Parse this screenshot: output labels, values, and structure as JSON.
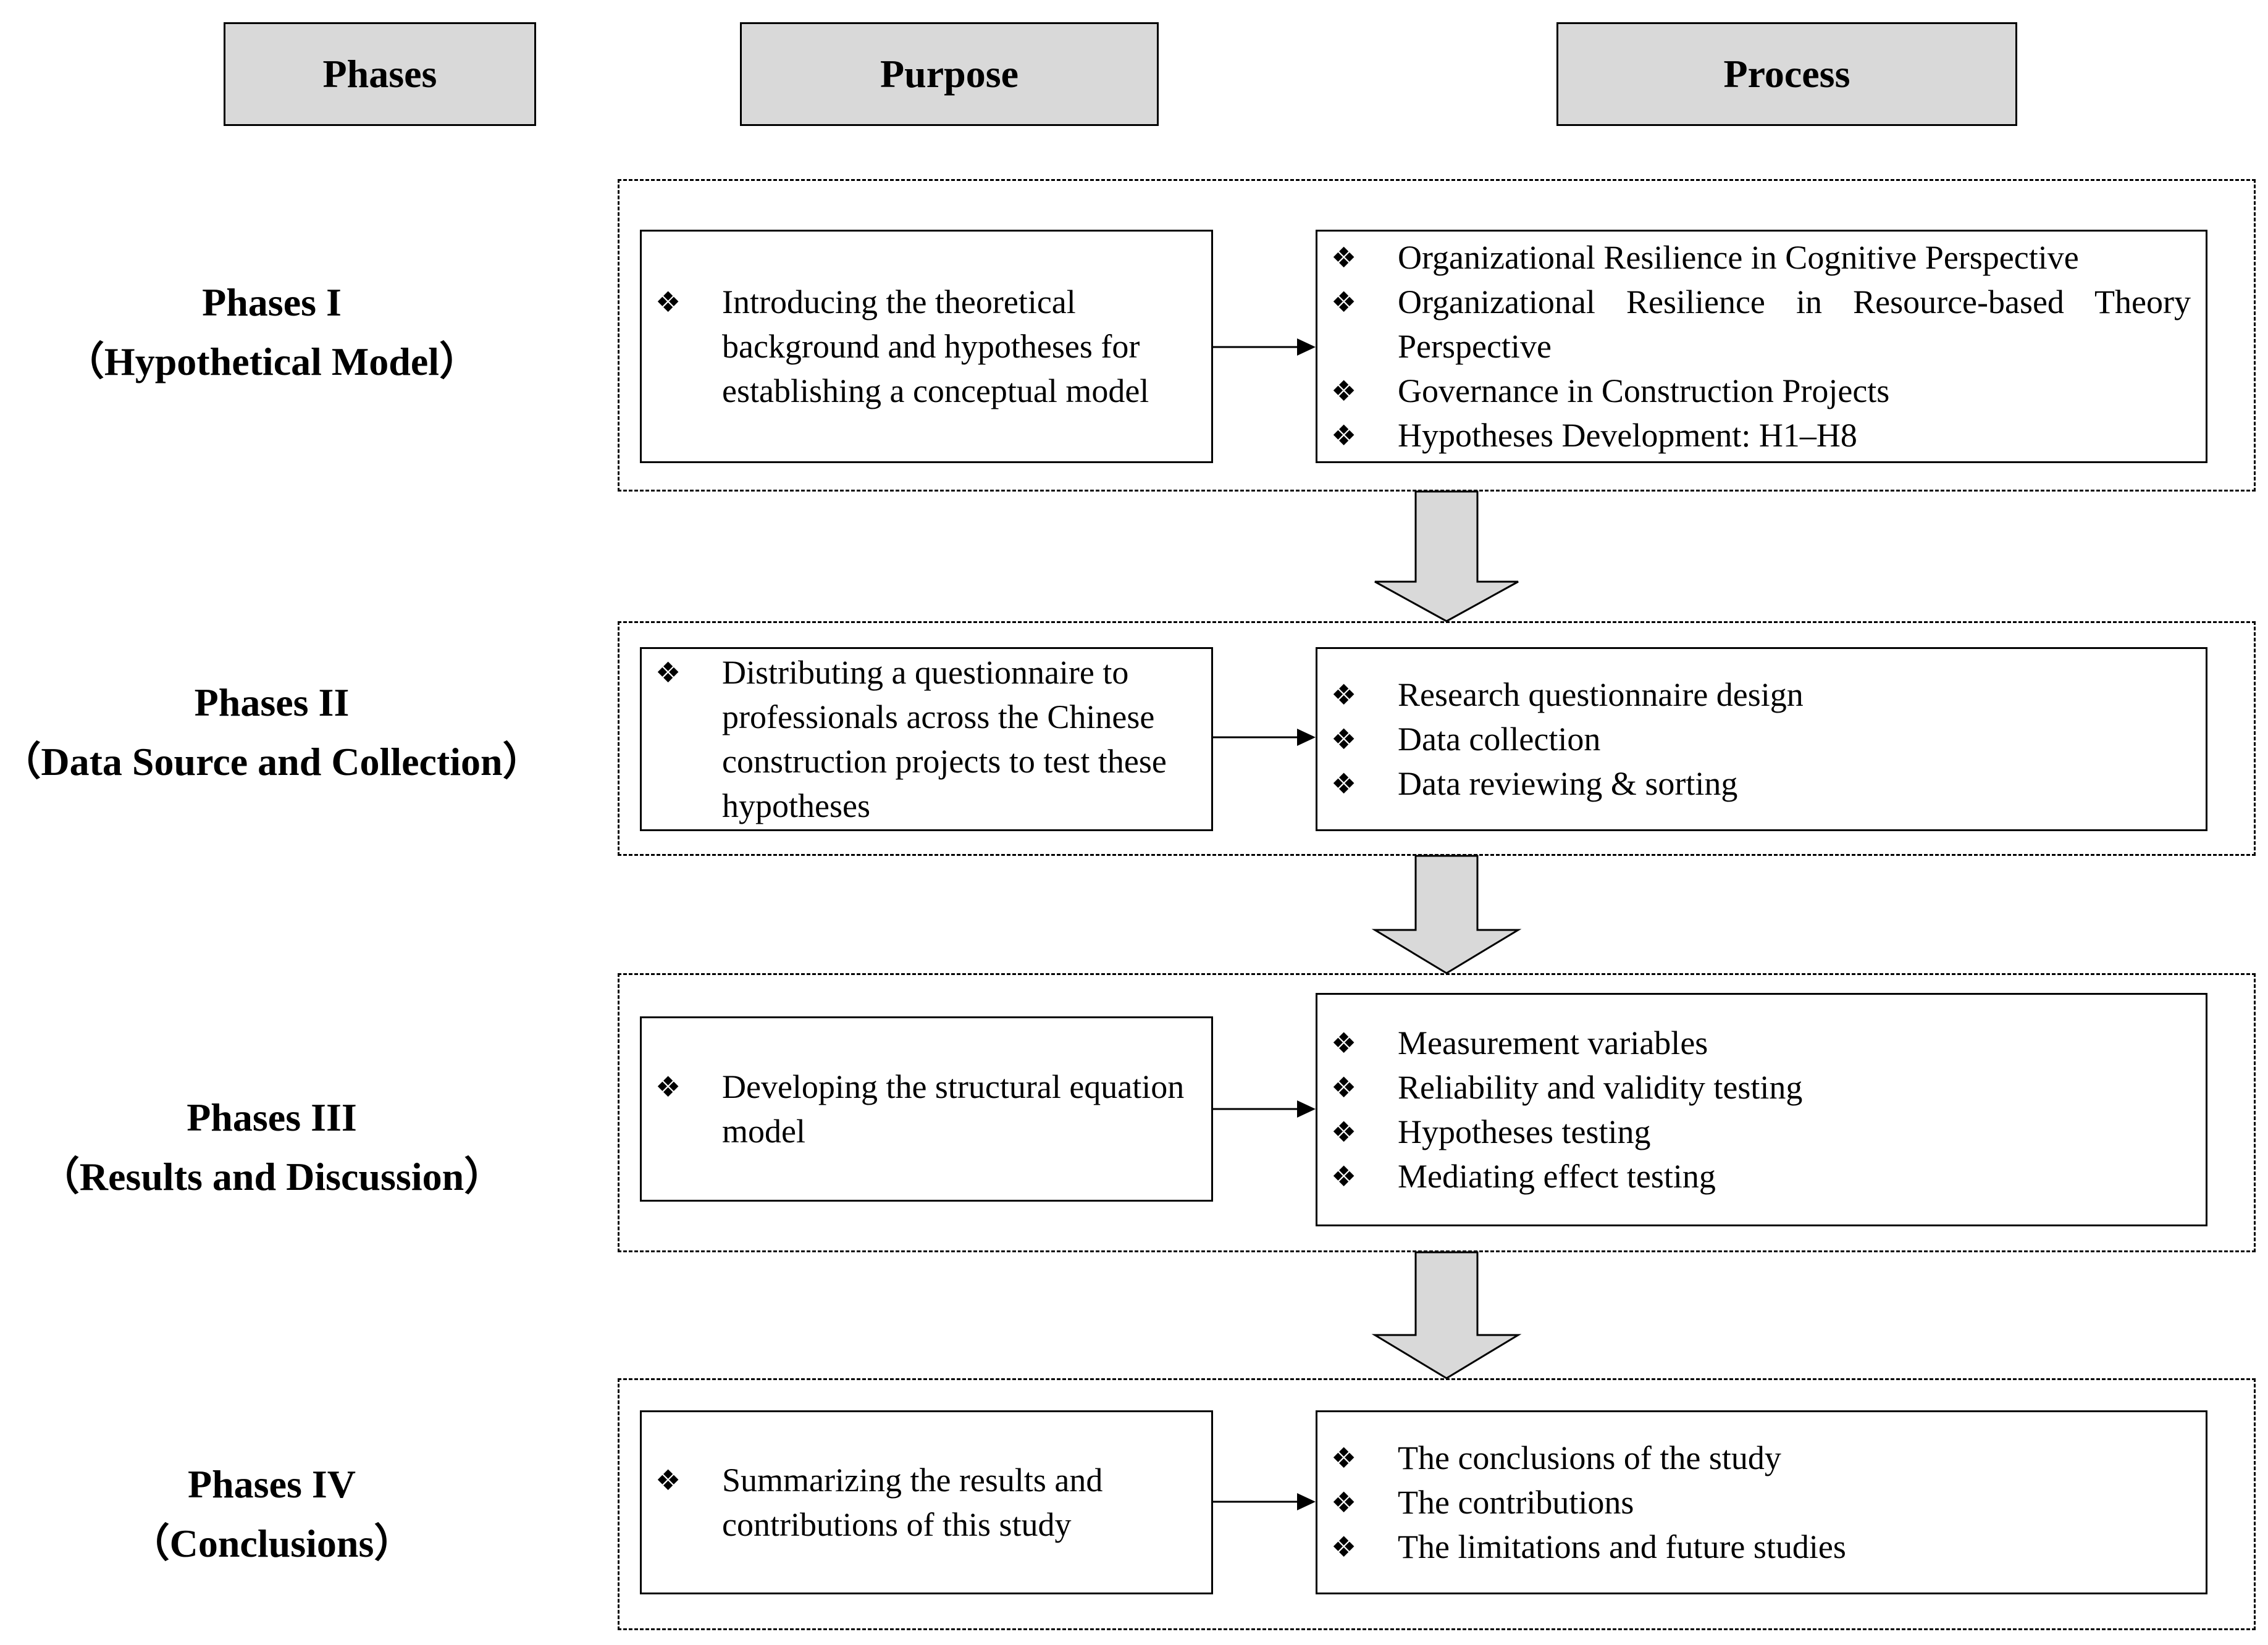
{
  "headers": {
    "phases": "Phases",
    "purpose": "Purpose",
    "process": "Process"
  },
  "bullet_glyph": "❖",
  "phases": [
    {
      "title": "Phases I",
      "subtitle": "（Hypothetical Model）",
      "purpose": [
        "Introducing the theoretical background and hypotheses for establishing a conceptual model"
      ],
      "process": [
        "Organizational Resilience in Cognitive Perspective",
        "Organizational Resilience in Resource-based Theory Perspective",
        "Governance in Construction Projects",
        "Hypotheses Development: H1–H8"
      ]
    },
    {
      "title": "Phases II",
      "subtitle": "（Data Source and Collection）",
      "purpose": [
        "Distributing a questionnaire to professionals across the Chinese construction projects to test these hypotheses"
      ],
      "process": [
        "Research questionnaire design",
        "Data collection",
        "Data reviewing & sorting"
      ]
    },
    {
      "title": "Phases III",
      "subtitle": "（Results and Discussion）",
      "purpose": [
        "Developing the structural equation model"
      ],
      "process": [
        "Measurement variables",
        "Reliability and validity testing",
        "Hypotheses testing",
        "Mediating effect testing"
      ]
    },
    {
      "title": "Phases IV",
      "subtitle": "（Conclusions）",
      "purpose": [
        "Summarizing the results and contributions of this study"
      ],
      "process": [
        "The conclusions of the study",
        "The contributions",
        "The limitations and future studies"
      ]
    }
  ]
}
